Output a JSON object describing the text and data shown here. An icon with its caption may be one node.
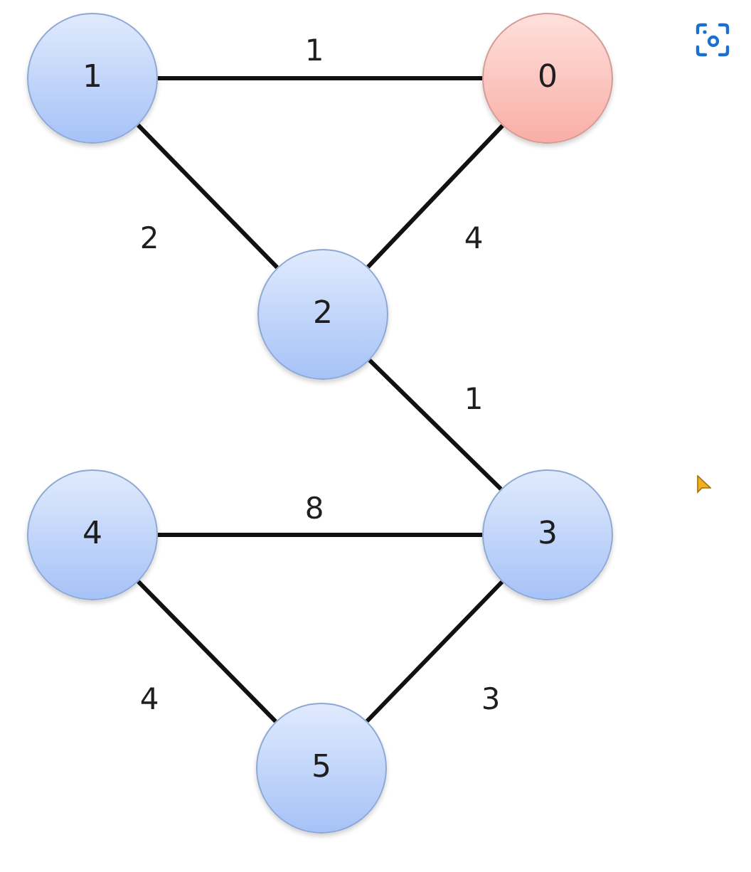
{
  "diagram": {
    "nodes": [
      {
        "text": [
          "1"
        ]
      },
      {
        "text": [
          "0"
        ]
      },
      {
        "text": [
          "2"
        ]
      },
      {
        "text": [
          "4"
        ]
      },
      {
        "text": [
          "3"
        ]
      },
      {
        "text": [
          "5"
        ]
      }
    ],
    "edges": [
      {
        "from": 0,
        "to": 1,
        "arrow": "none",
        "label": "1"
      },
      {
        "from": 0,
        "to": 2,
        "arrow": "none",
        "label": "2"
      },
      {
        "from": 1,
        "to": 2,
        "arrow": "none",
        "label": "4"
      },
      {
        "from": 2,
        "to": 4,
        "arrow": "none",
        "label": "1"
      },
      {
        "from": 3,
        "to": 4,
        "arrow": "none",
        "label": "8"
      },
      {
        "from": 3,
        "to": 5,
        "arrow": "none",
        "label": "4"
      },
      {
        "from": 5,
        "to": 4,
        "arrow": "none",
        "label": "3"
      }
    ]
  }
}
